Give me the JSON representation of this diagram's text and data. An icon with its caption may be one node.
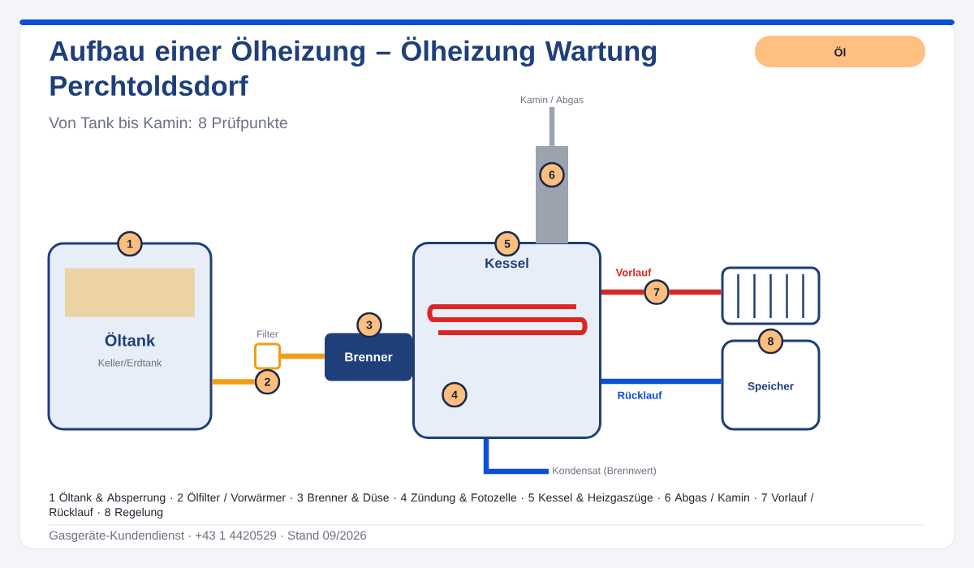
{
  "diagram": {
    "title": "Aufbau einer Ölheizung – Ölheizung Wartung Perchtoldsdorf",
    "nodes": [
      {
        "text": [
          "Öl"
        ]
      },
      {
        "text": [
          "Öltank",
          "Keller/Erdtank"
        ]
      },
      {
        "text": [
          "1"
        ]
      },
      {
        "text": [
          "Filter"
        ]
      },
      {
        "text": [
          "2"
        ]
      },
      {
        "text": [
          "Brenner"
        ]
      },
      {
        "text": [
          "3"
        ]
      },
      {
        "text": [
          "Kessel"
        ]
      },
      {
        "text": [
          "4"
        ],
        "in": 7
      },
      {
        "text": [
          "5"
        ]
      },
      {
        "text": [],
        "shape": "box"
      },
      {
        "text": [
          "6"
        ],
        "in": 10
      },
      {
        "text": [
          "Kamin / Abgas"
        ]
      },
      {
        "text": [],
        "shape": "box"
      },
      {
        "text": [
          "7"
        ]
      },
      {
        "text": [
          "Speicher"
        ]
      },
      {
        "text": [
          "8"
        ]
      },
      {
        "text": [
          "Kondensat (Brennwert)"
        ]
      }
    ],
    "edges": [
      {
        "from": 1,
        "to": 4,
        "arrow": "none",
        "color": "#f29d12"
      },
      {
        "from": 3,
        "to": 5,
        "arrow": "none",
        "color": "#f29d12"
      },
      {
        "from": 10,
        "to": 12,
        "arrow": "none",
        "color": "#9ca3af"
      },
      {
        "from": 7,
        "to": 14,
        "arrow": "none",
        "label": "Vorlauf",
        "color": "#dc2626"
      },
      {
        "from": 14,
        "to": 13,
        "arrow": "none",
        "color": "#dc2626"
      },
      {
        "from": 7,
        "to": 15,
        "arrow": "none",
        "label": "Rücklauf",
        "color": "#0b4fd9"
      },
      {
        "from": 7,
        "to": 17,
        "arrow": "none",
        "color": "#0b4fd9"
      }
    ],
    "labels": [
      "Von Tank bis Kamin: 8 Prüfpunkte",
      "1 Öltank & Absperrung · 2 Ölfilter / Vorwärmer · 3 Brenner & Düse · 4 Zündung & Fotozelle · 5 Kessel & Heizgaszüge · 6 Abgas / Kamin · 7 Vorlauf / Rücklauf · 8 Regelung",
      "Gasgeräte-Kundendienst · +43 1 4420529 · Stand 09/2026"
    ]
  }
}
